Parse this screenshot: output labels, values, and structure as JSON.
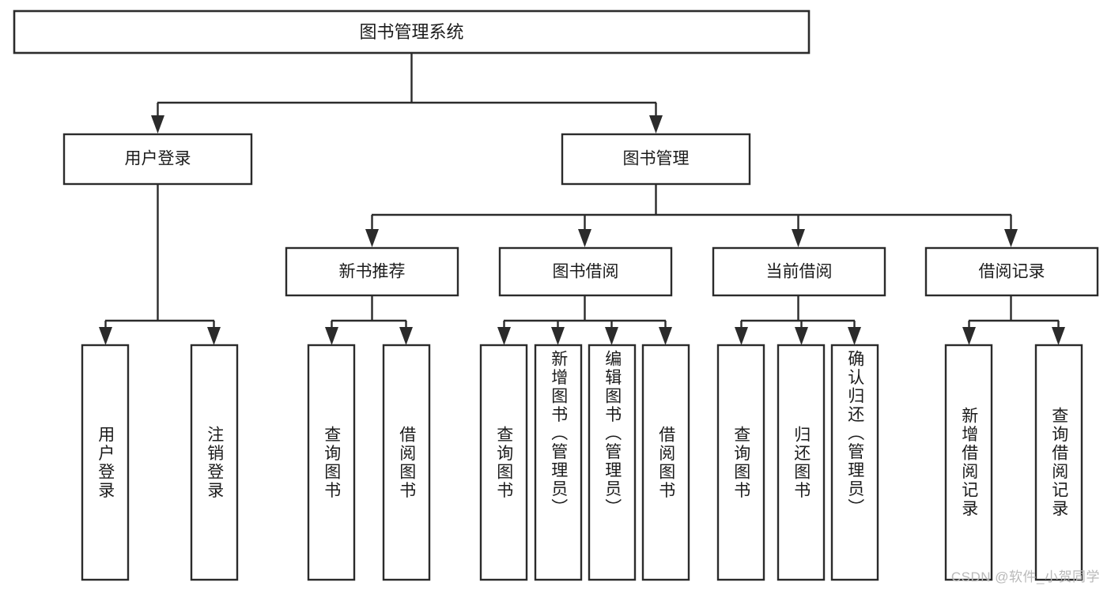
{
  "diagram": {
    "type": "tree-hierarchy",
    "title": "图书管理系统",
    "colors": {
      "box_stroke": "#2b2b2b",
      "box_fill": "#ffffff",
      "text": "#1b1b1b",
      "canvas": "#ffffff",
      "watermark": "#b9b9b9"
    },
    "root": {
      "label": "图书管理系统"
    },
    "level2": [
      {
        "id": "user-login",
        "label": "用户登录"
      },
      {
        "id": "book-manage",
        "label": "图书管理"
      }
    ],
    "level3": [
      {
        "id": "new-book-recommend",
        "label": "新书推荐",
        "parent": "book-manage"
      },
      {
        "id": "book-borrow",
        "label": "图书借阅",
        "parent": "book-manage"
      },
      {
        "id": "current-borrow",
        "label": "当前借阅",
        "parent": "book-manage"
      },
      {
        "id": "borrow-record",
        "label": "借阅记录",
        "parent": "book-manage"
      }
    ],
    "leaves": [
      {
        "id": "leaf-user-login",
        "label": "用户登录",
        "parent": "user-login"
      },
      {
        "id": "leaf-logout-login",
        "label": "注销登录",
        "parent": "user-login"
      },
      {
        "id": "leaf-query-book-1",
        "label": "查询图书",
        "parent": "new-book-recommend"
      },
      {
        "id": "leaf-borrow-book-1",
        "label": "借阅图书",
        "parent": "new-book-recommend"
      },
      {
        "id": "leaf-query-book-2",
        "label": "查询图书",
        "parent": "book-borrow"
      },
      {
        "id": "leaf-add-book",
        "label": "新增图书（管理员）",
        "parent": "book-borrow"
      },
      {
        "id": "leaf-edit-book",
        "label": "编辑图书（管理员）",
        "parent": "book-borrow"
      },
      {
        "id": "leaf-borrow-book-2",
        "label": "借阅图书",
        "parent": "book-borrow"
      },
      {
        "id": "leaf-query-book-3",
        "label": "查询图书",
        "parent": "current-borrow"
      },
      {
        "id": "leaf-return-book",
        "label": "归还图书",
        "parent": "current-borrow"
      },
      {
        "id": "leaf-confirm-return",
        "label": "确认归还（管理员）",
        "parent": "current-borrow"
      },
      {
        "id": "leaf-add-record",
        "label": "新增借阅记录",
        "parent": "borrow-record"
      },
      {
        "id": "leaf-query-record",
        "label": "查询借阅记录",
        "parent": "borrow-record"
      }
    ],
    "watermark": "CSDN @软件_小贺同学"
  }
}
